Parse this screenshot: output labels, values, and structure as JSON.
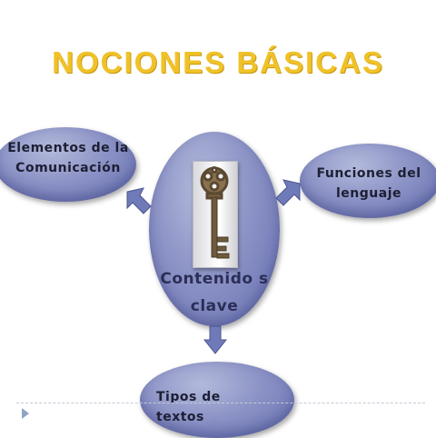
{
  "title": "NOCIONES  BÁSICAS",
  "nodes": {
    "left": "Elementos  de  la Comunicación",
    "right": "Funciones  del lenguaje",
    "center": "Contenido s  clave",
    "bottom": "Tipos  de textos"
  },
  "icons": {
    "key": "antique-key-icon",
    "arrows": "block-arrow-icon",
    "slide_marker": "triangle-right-icon"
  },
  "colors": {
    "title": "#f0c228",
    "oval": "#8c93c6",
    "arrow": "#6f7ab8"
  }
}
